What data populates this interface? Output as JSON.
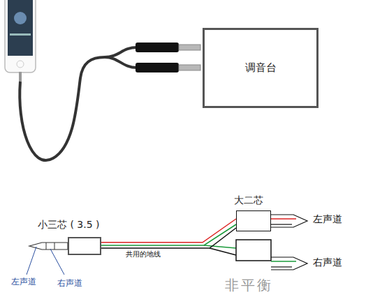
{
  "diagram": {
    "nodes": [
      {
        "text": [
          "调音台"
        ]
      },
      {
        "text": [
          "大二芯"
        ]
      },
      {
        "text": [
          "小三芯 ( 3.5 )"
        ]
      }
    ],
    "edges": [
      {
        "from": 2,
        "to": 1,
        "arrow": "none"
      }
    ],
    "labels": [
      "左声道",
      "右声道",
      "左声道",
      "右声道",
      "共用的地线",
      "非平衡"
    ]
  }
}
